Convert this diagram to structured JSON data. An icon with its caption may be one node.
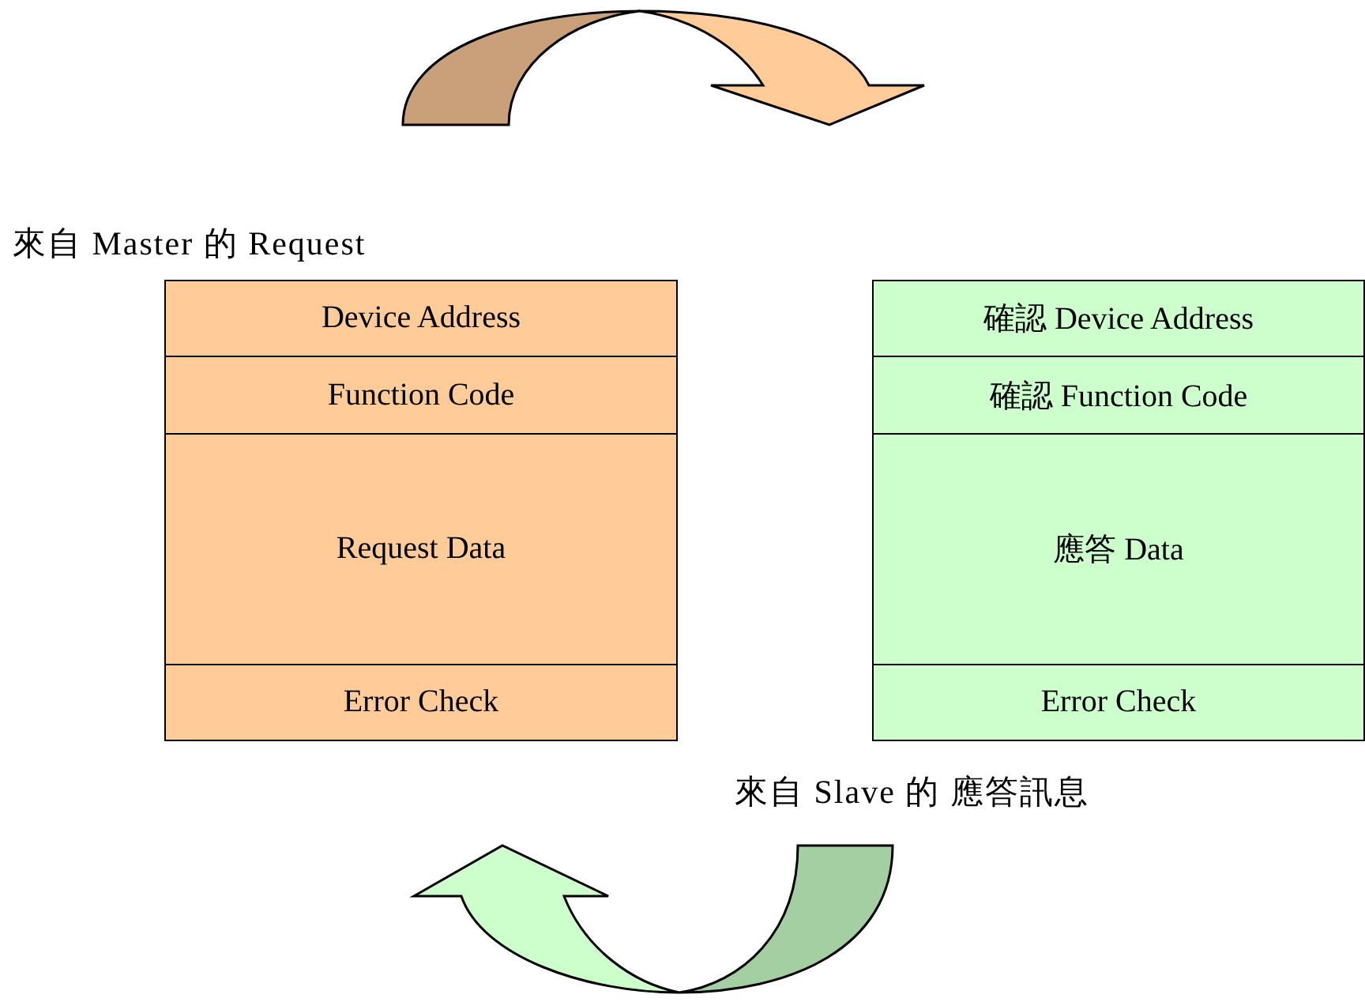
{
  "diagram": {
    "nodes": [
      {
        "text": [
          "來自 Master 的 Request"
        ]
      },
      {
        "text": [
          "Device Address"
        ],
        "in": 0
      },
      {
        "text": [
          "Function Code"
        ],
        "in": 0
      },
      {
        "text": [
          "Request Data"
        ],
        "in": 0
      },
      {
        "text": [
          "Error Check"
        ],
        "in": 0
      },
      {
        "text": [
          "來自 Slave 的 應答訊息"
        ]
      },
      {
        "text": [
          "確認 Device Address"
        ],
        "in": 5
      },
      {
        "text": [
          "確認 Function Code"
        ],
        "in": 5
      },
      {
        "text": [
          "應答 Data"
        ],
        "in": 5
      },
      {
        "text": [
          "Error Check"
        ],
        "in": 5
      }
    ]
  }
}
